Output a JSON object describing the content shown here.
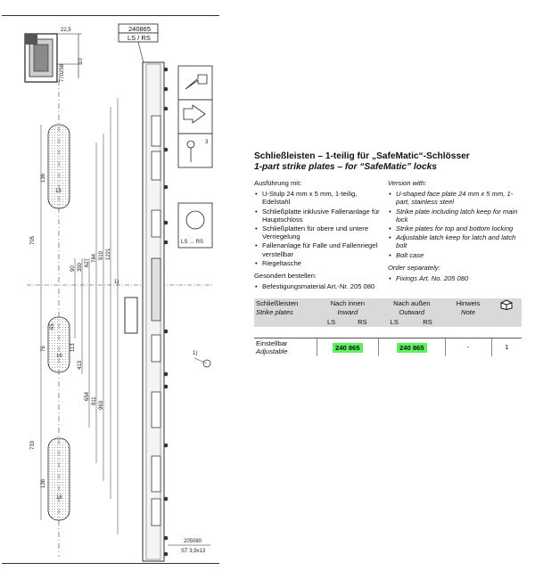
{
  "drawing": {
    "article_label": "240865",
    "article_side": "LS / RS",
    "profile_dims": [
      "22,5",
      "10",
      "770258"
    ],
    "dimensions": [
      "705",
      "136",
      "18",
      "90",
      "350",
      "627",
      "784",
      "919",
      "1221",
      "113",
      "413",
      "654",
      "811",
      "963",
      "65",
      "76",
      "16",
      "733",
      "136",
      "16",
      "3"
    ],
    "switch_label": "LS → RS",
    "fixing_article": "205080",
    "fixing_spec": "ST 3,9x13",
    "callout": "1)"
  },
  "info": {
    "title_de": "Schließleisten – 1-teilig für „SafeMatic“-Schlösser",
    "title_en": "1-part strike plates – for “SafeMatic” locks",
    "de": {
      "heading": "Ausführung mit:",
      "items": [
        "U-Stulp 24 mm x 5 mm, 1-teilig, Edelstahl",
        "Schließplatte inklusive Fallenanlage für Hauptschloss",
        "Schließplatten für obere und untere Verriegelung",
        "Fallenanlage für Falle und Fallenriegel verstellbar",
        "Riegeltasche"
      ],
      "order_heading": "Gesondert bestellen:",
      "order_items": [
        "Befestigungsmaterial Art.-Nr. 205 080"
      ]
    },
    "en": {
      "heading": "Version with:",
      "items": [
        "U-shaped face plate 24 mm x 5 mm, 1-part, stainless steel",
        "Strike plate including latch keep for main lock",
        "Strike plates for top and bottom locking",
        "Adjustable latch keep for latch and latch bolt",
        "Bolt case"
      ],
      "order_heading": "Order separately:",
      "order_items": [
        "Fixings Art. No. 205 080"
      ]
    },
    "table": {
      "col1_de": "Schließleisten",
      "col1_en": "Strike plates",
      "inward_de": "Nach innen",
      "inward_en": "Inward",
      "outward_de": "Nach außen",
      "outward_en": "Outward",
      "note_de": "Hinweis",
      "note_en": "Note",
      "ls": "LS",
      "rs": "RS",
      "row_de": "Einstellbar",
      "row_en": "Adjustable",
      "inward_code": "240 865",
      "outward_code": "240 865",
      "note_value": "-",
      "pack_value": "1",
      "pack_icon": "package-icon"
    }
  }
}
